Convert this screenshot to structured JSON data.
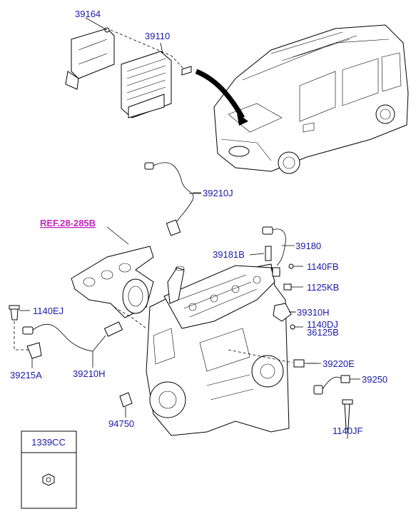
{
  "labels": {
    "p39164": "39164",
    "p39110": "39110",
    "p39210J": "39210J",
    "ref": "REF.28-285B",
    "p39180": "39180",
    "p39181B": "39181B",
    "p1140FB": "1140FB",
    "p1125KB": "1125KB",
    "p39310H": "39310H",
    "p1140DJ": "1140DJ",
    "p36125B": "36125B",
    "p1140EJ": "1140EJ",
    "p39215A": "39215A",
    "p39210H": "39210H",
    "p39220E": "39220E",
    "p39250": "39250",
    "p94750": "94750",
    "p1140JF": "1140JF",
    "legend": "1339CC"
  },
  "colors": {
    "part_number": "#1a1aa6",
    "reference": "#c026c0",
    "line": "#000000"
  }
}
